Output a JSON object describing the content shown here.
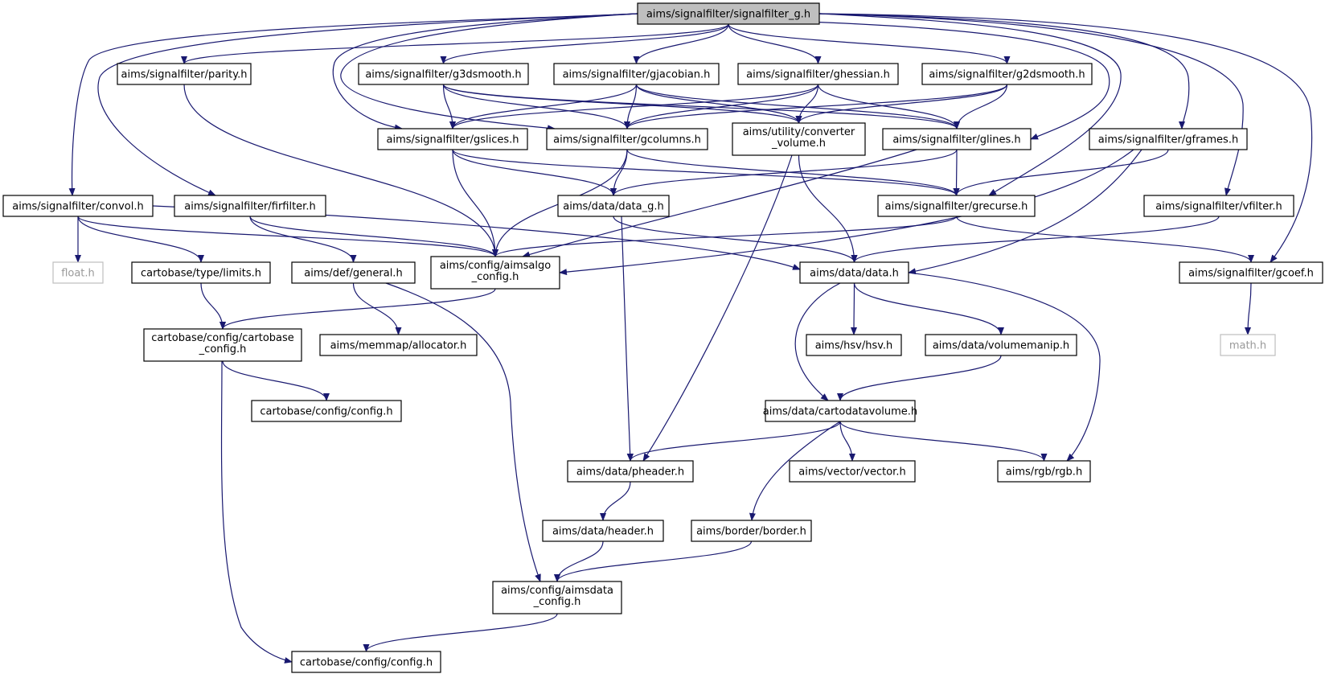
{
  "graph": {
    "title": "aims/signalfilter/signalfilter_g.h",
    "nodes": [
      {
        "id": "signalfilter_g",
        "lines": [
          "aims/signalfilter/signalfilter_g.h"
        ],
        "root": true
      },
      {
        "id": "parity",
        "lines": [
          "aims/signalfilter/parity.h"
        ]
      },
      {
        "id": "g3dsmooth",
        "lines": [
          "aims/signalfilter/g3dsmooth.h"
        ]
      },
      {
        "id": "gjacobian",
        "lines": [
          "aims/signalfilter/gjacobian.h"
        ]
      },
      {
        "id": "ghessian",
        "lines": [
          "aims/signalfilter/ghessian.h"
        ]
      },
      {
        "id": "g2dsmooth",
        "lines": [
          "aims/signalfilter/g2dsmooth.h"
        ]
      },
      {
        "id": "gslices",
        "lines": [
          "aims/signalfilter/gslices.h"
        ]
      },
      {
        "id": "gcolumns",
        "lines": [
          "aims/signalfilter/gcolumns.h"
        ]
      },
      {
        "id": "converter_volume",
        "lines": [
          "aims/utility/converter",
          "_volume.h"
        ]
      },
      {
        "id": "glines",
        "lines": [
          "aims/signalfilter/glines.h"
        ]
      },
      {
        "id": "gframes",
        "lines": [
          "aims/signalfilter/gframes.h"
        ]
      },
      {
        "id": "convol",
        "lines": [
          "aims/signalfilter/convol.h"
        ]
      },
      {
        "id": "firfilter",
        "lines": [
          "aims/signalfilter/firfilter.h"
        ]
      },
      {
        "id": "data_g",
        "lines": [
          "aims/data/data_g.h"
        ]
      },
      {
        "id": "grecurse",
        "lines": [
          "aims/signalfilter/grecurse.h"
        ]
      },
      {
        "id": "vfilter",
        "lines": [
          "aims/signalfilter/vfilter.h"
        ]
      },
      {
        "id": "float",
        "lines": [
          "float.h"
        ],
        "missing": true
      },
      {
        "id": "limits",
        "lines": [
          "cartobase/type/limits.h"
        ]
      },
      {
        "id": "general",
        "lines": [
          "aims/def/general.h"
        ]
      },
      {
        "id": "aimsalgo_config",
        "lines": [
          "aims/config/aimsalgo",
          "_config.h"
        ]
      },
      {
        "id": "data",
        "lines": [
          "aims/data/data.h"
        ]
      },
      {
        "id": "gcoef",
        "lines": [
          "aims/signalfilter/gcoef.h"
        ]
      },
      {
        "id": "cartobase_config",
        "lines": [
          "cartobase/config/cartobase",
          "_config.h"
        ]
      },
      {
        "id": "allocator",
        "lines": [
          "aims/memmap/allocator.h"
        ]
      },
      {
        "id": "hsv",
        "lines": [
          "aims/hsv/hsv.h"
        ]
      },
      {
        "id": "volumemanip",
        "lines": [
          "aims/data/volumemanip.h"
        ]
      },
      {
        "id": "math",
        "lines": [
          "math.h"
        ],
        "missing": true
      },
      {
        "id": "cb_config_1",
        "lines": [
          "cartobase/config/config.h"
        ]
      },
      {
        "id": "cartodatavolume",
        "lines": [
          "aims/data/cartodatavolume.h"
        ]
      },
      {
        "id": "pheader",
        "lines": [
          "aims/data/pheader.h"
        ]
      },
      {
        "id": "vector",
        "lines": [
          "aims/vector/vector.h"
        ]
      },
      {
        "id": "rgb",
        "lines": [
          "aims/rgb/rgb.h"
        ]
      },
      {
        "id": "header",
        "lines": [
          "aims/data/header.h"
        ]
      },
      {
        "id": "border",
        "lines": [
          "aims/border/border.h"
        ]
      },
      {
        "id": "aimsdata_config",
        "lines": [
          "aims/config/aimsdata",
          "_config.h"
        ]
      },
      {
        "id": "cb_config_2",
        "lines": [
          "cartobase/config/config.h"
        ]
      }
    ],
    "edges": [
      [
        "signalfilter_g",
        "parity"
      ],
      [
        "signalfilter_g",
        "g3dsmooth"
      ],
      [
        "signalfilter_g",
        "gjacobian"
      ],
      [
        "signalfilter_g",
        "ghessian"
      ],
      [
        "signalfilter_g",
        "g2dsmooth"
      ],
      [
        "signalfilter_g",
        "gslices"
      ],
      [
        "signalfilter_g",
        "gcolumns"
      ],
      [
        "signalfilter_g",
        "glines"
      ],
      [
        "signalfilter_g",
        "gframes"
      ],
      [
        "signalfilter_g",
        "convol"
      ],
      [
        "signalfilter_g",
        "firfilter"
      ],
      [
        "signalfilter_g",
        "grecurse"
      ],
      [
        "signalfilter_g",
        "vfilter"
      ],
      [
        "signalfilter_g",
        "gcoef"
      ],
      [
        "parity",
        "aimsalgo_config"
      ],
      [
        "g3dsmooth",
        "gslices"
      ],
      [
        "g3dsmooth",
        "gcolumns"
      ],
      [
        "g3dsmooth",
        "glines"
      ],
      [
        "g3dsmooth",
        "converter_volume"
      ],
      [
        "gjacobian",
        "gslices"
      ],
      [
        "gjacobian",
        "gcolumns"
      ],
      [
        "gjacobian",
        "glines"
      ],
      [
        "gjacobian",
        "converter_volume"
      ],
      [
        "ghessian",
        "gslices"
      ],
      [
        "ghessian",
        "gcolumns"
      ],
      [
        "ghessian",
        "glines"
      ],
      [
        "ghessian",
        "converter_volume"
      ],
      [
        "g2dsmooth",
        "gcolumns"
      ],
      [
        "g2dsmooth",
        "glines"
      ],
      [
        "g2dsmooth",
        "converter_volume"
      ],
      [
        "gslices",
        "aimsalgo_config"
      ],
      [
        "gslices",
        "data_g"
      ],
      [
        "gslices",
        "grecurse"
      ],
      [
        "gcolumns",
        "aimsalgo_config"
      ],
      [
        "gcolumns",
        "data_g"
      ],
      [
        "gcolumns",
        "grecurse"
      ],
      [
        "converter_volume",
        "data"
      ],
      [
        "converter_volume",
        "pheader"
      ],
      [
        "glines",
        "aimsalgo_config"
      ],
      [
        "glines",
        "data_g"
      ],
      [
        "glines",
        "grecurse"
      ],
      [
        "gframes",
        "grecurse"
      ],
      [
        "gframes",
        "aimsalgo_config"
      ],
      [
        "gframes",
        "data"
      ],
      [
        "convol",
        "float"
      ],
      [
        "convol",
        "limits"
      ],
      [
        "convol",
        "aimsalgo_config"
      ],
      [
        "convol",
        "data"
      ],
      [
        "firfilter",
        "aimsalgo_config"
      ],
      [
        "firfilter",
        "general"
      ],
      [
        "data_g",
        "data"
      ],
      [
        "data_g",
        "pheader"
      ],
      [
        "grecurse",
        "aimsalgo_config"
      ],
      [
        "grecurse",
        "gcoef"
      ],
      [
        "vfilter",
        "data"
      ],
      [
        "limits",
        "cartobase_config"
      ],
      [
        "general",
        "allocator"
      ],
      [
        "general",
        "aimsdata_config"
      ],
      [
        "aimsalgo_config",
        "cartobase_config"
      ],
      [
        "data",
        "hsv"
      ],
      [
        "data",
        "volumemanip"
      ],
      [
        "data",
        "cartodatavolume"
      ],
      [
        "data",
        "rgb"
      ],
      [
        "gcoef",
        "math"
      ],
      [
        "cartobase_config",
        "cb_config_1"
      ],
      [
        "cartobase_config",
        "cb_config_2"
      ],
      [
        "volumemanip",
        "cartodatavolume"
      ],
      [
        "cartodatavolume",
        "pheader"
      ],
      [
        "cartodatavolume",
        "vector"
      ],
      [
        "cartodatavolume",
        "rgb"
      ],
      [
        "cartodatavolume",
        "border"
      ],
      [
        "pheader",
        "header"
      ],
      [
        "header",
        "aimsdata_config"
      ],
      [
        "border",
        "aimsdata_config"
      ],
      [
        "aimsdata_config",
        "cb_config_2"
      ]
    ]
  }
}
